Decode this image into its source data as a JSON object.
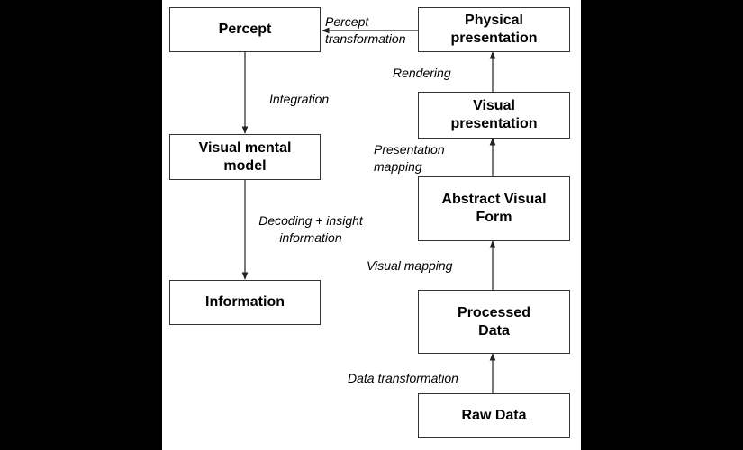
{
  "boxes": {
    "percept": "Percept",
    "physical_presentation": "Physical\npresentation",
    "visual_presentation": "Visual\npresentation",
    "visual_mental_model": "Visual mental\nmodel",
    "abstract_visual_form": "Abstract Visual\nForm",
    "information": "Information",
    "processed_data": "Processed\nData",
    "raw_data": "Raw Data"
  },
  "edges": {
    "percept_transformation": "Percept\ntransformation",
    "rendering": "Rendering",
    "integration": "Integration",
    "presentation_mapping": "Presentation\nmapping",
    "decoding_insight": "Decoding + insight\ninformation",
    "visual_mapping": "Visual mapping",
    "data_transformation": "Data transformation"
  },
  "colors": {
    "background": "#000000",
    "canvas": "#ffffff",
    "stroke": "#333333",
    "text": "#000000"
  }
}
